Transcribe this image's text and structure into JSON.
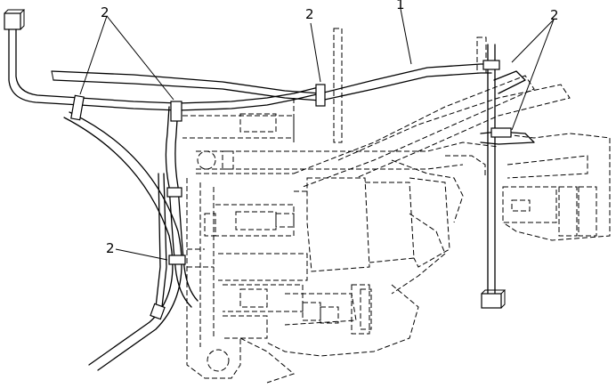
{
  "callouts": {
    "hose_ref": "1",
    "clamp_top_left": "2",
    "clamp_top_center": "2",
    "clamp_top_right": "2",
    "clamp_left": "2"
  }
}
